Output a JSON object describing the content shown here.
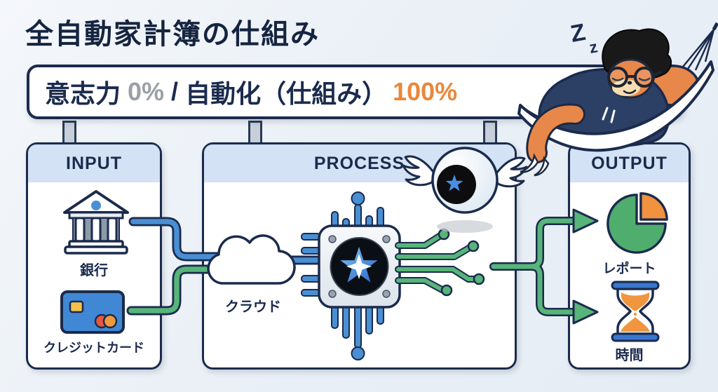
{
  "title": "全自動家計簿の仕組み",
  "banner": {
    "will_label": "意志力",
    "will_value": "0%",
    "separator": "/",
    "automation_label": "自動化（仕組み）",
    "automation_value": "100%"
  },
  "sleep": {
    "z_large": "Z",
    "z_small": "z"
  },
  "boxes": {
    "input": {
      "header": "INPUT",
      "items": [
        {
          "icon": "bank-icon",
          "label": "銀行"
        },
        {
          "icon": "credit-card-icon",
          "label": "クレジットカード"
        }
      ]
    },
    "process": {
      "header": "PROCESS",
      "chip_icon": "ai-chip-icon",
      "items": [
        {
          "icon": "cloud-icon",
          "label": "クラウド"
        }
      ]
    },
    "output": {
      "header": "OUTPUT",
      "items": [
        {
          "icon": "pie-chart-icon",
          "label": "レポート"
        },
        {
          "icon": "hourglass-icon",
          "label": "時間"
        }
      ]
    }
  },
  "mascots": {
    "sleeping_sloth": "sloth-sleeping-in-hammock",
    "winged_eye": "winged-eye-mascot"
  },
  "colors": {
    "navy": "#1B2B4D",
    "orange": "#E8883C",
    "gray": "#9AA0A6",
    "green": "#57B579",
    "blue": "#4A8FD3",
    "header_blue": "#D3E2F4",
    "background": "#EAF0F6",
    "white": "#FFFFFF"
  }
}
